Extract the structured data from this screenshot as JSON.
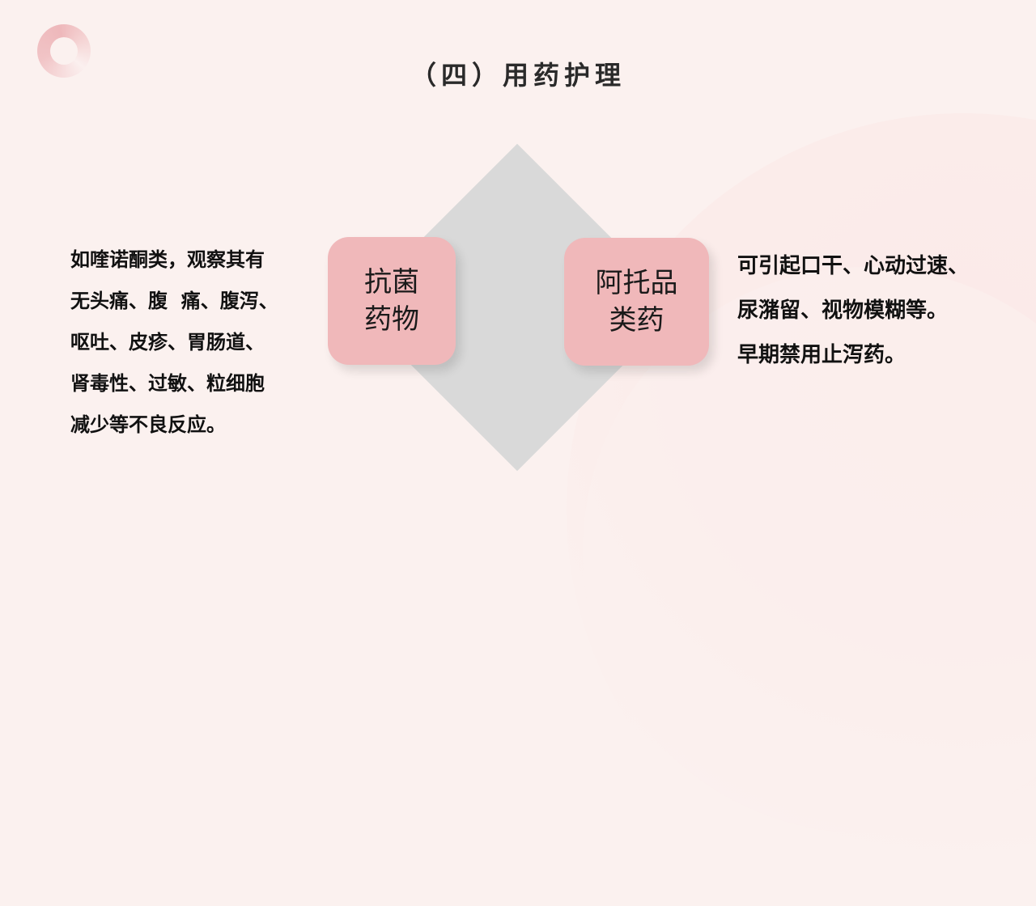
{
  "slide": {
    "title": "（四）用药护理",
    "colors": {
      "background": "#fbf1ef",
      "card": "#f0b8ba",
      "diamond": "#d9d9d9",
      "ring_accent": "#eeb8bb",
      "text": "#111111"
    }
  },
  "cards": [
    {
      "lines": [
        "抗菌",
        "药物"
      ]
    },
    {
      "lines": [
        "阿托品",
        "类药"
      ]
    }
  ],
  "left_text": {
    "lines": [
      "如喹诺酮类，观察其有",
      "无头痛、腹  痛、腹泻、",
      "呕吐、皮疹、胃肠道、",
      "肾毒性、过敏、粒细胞",
      "减少等不良反应。"
    ]
  },
  "right_text": {
    "lines": [
      "可引起口干、心动过速、",
      "尿潴留、视物模糊等。",
      "早期禁用止泻药。"
    ]
  }
}
